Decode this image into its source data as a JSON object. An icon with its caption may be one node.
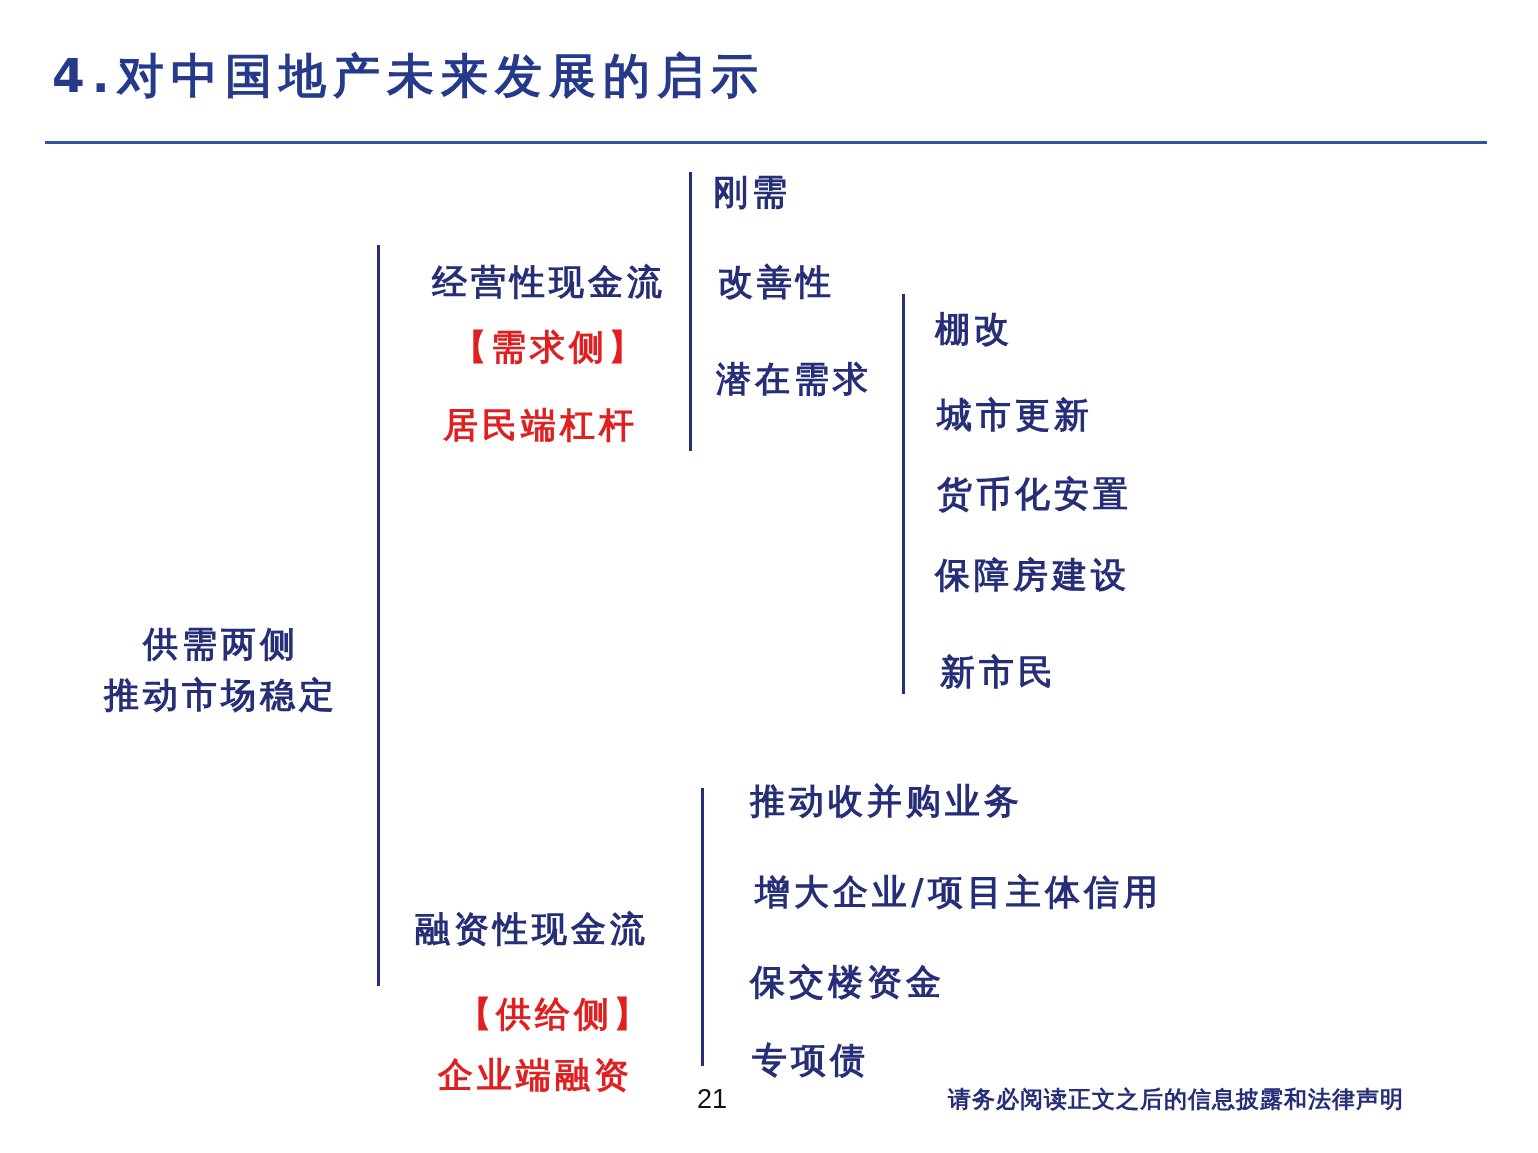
{
  "diagram": {
    "title": "4.对中国地产未来发展的启示",
    "labels": [
      "供需两侧",
      "推动市场稳定",
      "经营性现金流",
      "【需求侧】",
      "居民端杠杆",
      "刚需",
      "改善性",
      "潜在需求",
      "棚改",
      "城市更新",
      "货币化安置",
      "保障房建设",
      "新市民",
      "推动收并购业务",
      "增大企业/项目主体信用",
      "融资性现金流",
      "保交楼资金",
      "【供给侧】",
      "专项债",
      "企业端融资",
      "21",
      "请务必阅读正文之后的信息披露和法律声明"
    ]
  }
}
